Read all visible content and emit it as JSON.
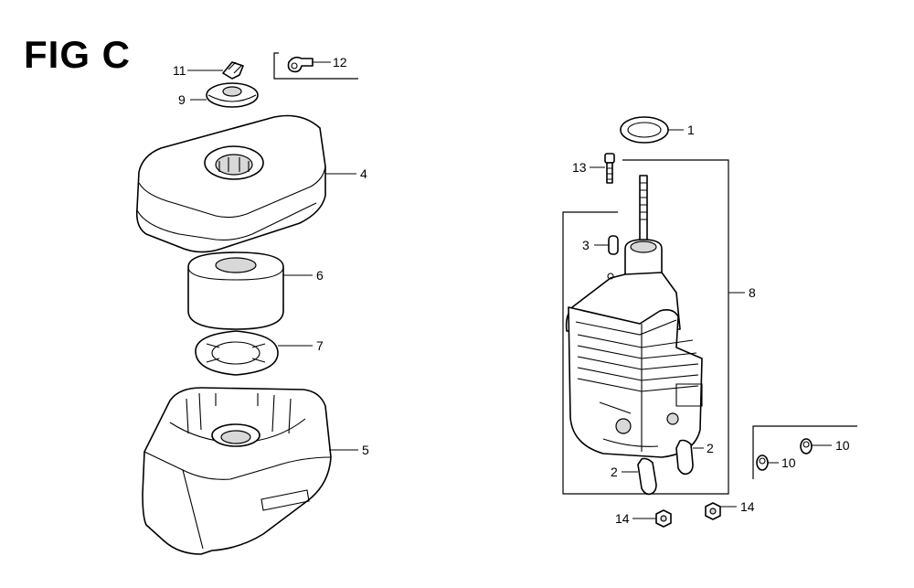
{
  "figure": {
    "title": "FIG C"
  },
  "callouts": {
    "c1": "1",
    "c2a": "2",
    "c2b": "2",
    "c3": "3",
    "c4": "4",
    "c5": "5",
    "c6": "6",
    "c7": "7",
    "c8": "8",
    "c9": "9",
    "c10a": "10",
    "c10b": "10",
    "c11": "11",
    "c12": "12",
    "c13": "13",
    "c14a": "14",
    "c14b": "14"
  }
}
